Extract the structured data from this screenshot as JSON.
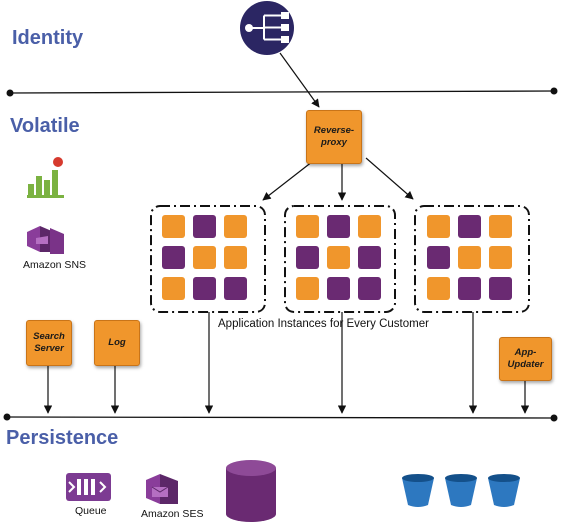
{
  "layers": {
    "identity": "Identity",
    "volatile": "Volatile",
    "persistence": "Persistence"
  },
  "nodes": {
    "reverse_proxy": "Reverse-\nproxy",
    "search_server": "Search\nServer",
    "log": "Log",
    "app_updater": "App-\nUpdater"
  },
  "captions": {
    "app_instances": "Application Instances for Every Customer",
    "amazon_sns": "Amazon SNS",
    "queue": "Queue",
    "amazon_ses": "Amazon SES"
  },
  "icons": {
    "identity": "identity-network-icon",
    "monitoring": "bar-chart-alert-icon",
    "sns": "amazon-sns-icon",
    "queue": "queue-icon",
    "ses": "amazon-ses-icon",
    "database": "database-cylinder-icon",
    "buckets": "storage-bucket-icon"
  },
  "instance_grids": [
    [
      "orange",
      "purple",
      "orange",
      "purple",
      "orange",
      "orange",
      "orange",
      "purple",
      "purple"
    ],
    [
      "orange",
      "purple",
      "orange",
      "purple",
      "orange",
      "purple",
      "orange",
      "purple",
      "purple"
    ],
    [
      "orange",
      "purple",
      "orange",
      "purple",
      "orange",
      "orange",
      "orange",
      "purple",
      "purple"
    ]
  ],
  "colors": {
    "orange": "#f0962c",
    "purple": "#6a2a72",
    "label_blue": "#4a5fa8",
    "identity_navy": "#2b2663",
    "green": "#7bb241",
    "bucket_blue": "#2d78c0"
  }
}
